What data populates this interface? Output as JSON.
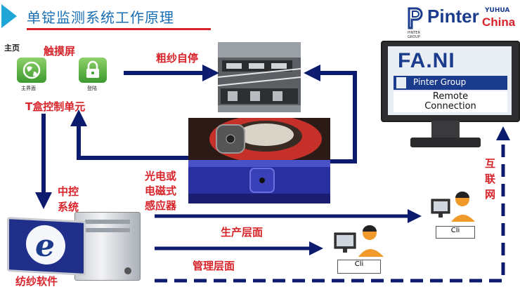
{
  "header": {
    "title": "单锭监测系统工作原理",
    "logo_brand": "Pinter",
    "logo_sub": "YUHUA",
    "logo_sub2": "China",
    "logo_small": "PINTER GROUP"
  },
  "touchscreen": {
    "home_label": "主页",
    "title": "触摸屏",
    "icon1_label": "主界面",
    "icon2_label": "登陆"
  },
  "labels": {
    "t_box": "T盒控制单元",
    "roving_stop": "粗纱自停",
    "sensor_line1": "光电或",
    "sensor_line2": "电磁式",
    "sensor_line3": "感应器",
    "central_line1": "中控",
    "central_line2": "系统",
    "software": "纺纱软件",
    "production": "生产层面",
    "management": "管理层面",
    "internet_1": "互",
    "internet_2": "联",
    "internet_3": "网"
  },
  "remote_monitor": {
    "brand": "FA.NI",
    "group": "Pinter Group",
    "line1": "Remote",
    "line2": "Connection"
  },
  "users": {
    "user1_caption": "Cli",
    "user2_caption": "Cli"
  },
  "colors": {
    "arrow": "#0d1b6e",
    "red_text": "#d7232a",
    "title_blue": "#1a6fb4",
    "accent": "#1fa5d6"
  }
}
